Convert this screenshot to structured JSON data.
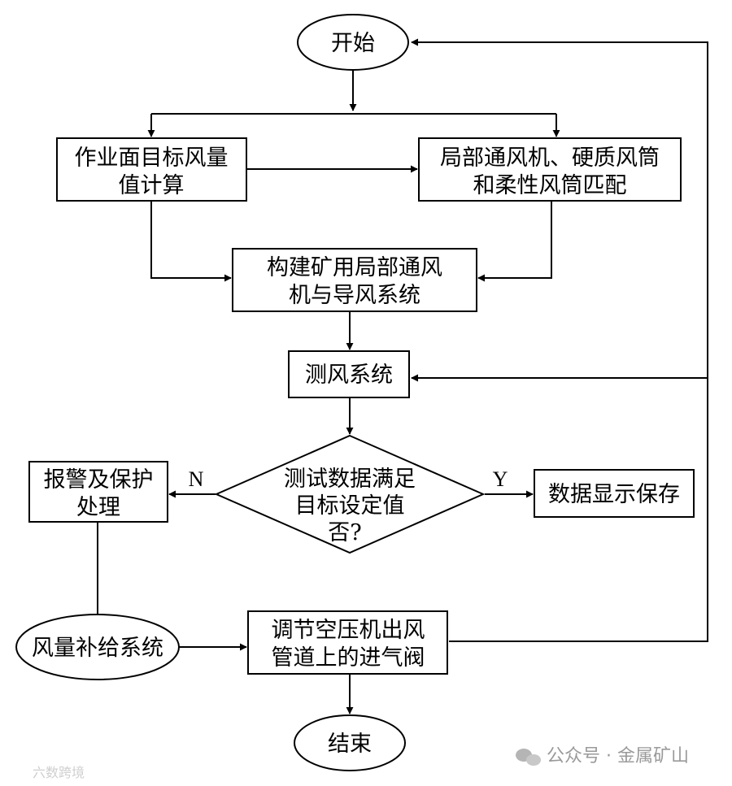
{
  "nodes": {
    "start": "开始",
    "target_calc": [
      "作业面目标风量",
      "值计算"
    ],
    "fan_match": [
      "局部通风机、硬质风筒",
      "和柔性风筒匹配"
    ],
    "build_system": [
      "构建矿用局部通风",
      "机与导风系统"
    ],
    "measure": "测风系统",
    "decision": [
      "测试数据满足",
      "目标设定值",
      "否?"
    ],
    "alarm": [
      "报警及保护",
      "处理"
    ],
    "display_save": "数据显示保存",
    "supply": "风量补给系统",
    "adjust": [
      "调节空压机出风",
      "管道上的进气阀"
    ],
    "end": "结束"
  },
  "labels": {
    "no": "N",
    "yes": "Y"
  },
  "watermark": {
    "text": "公众号 · 金属矿山",
    "corner": "六数跨境"
  }
}
